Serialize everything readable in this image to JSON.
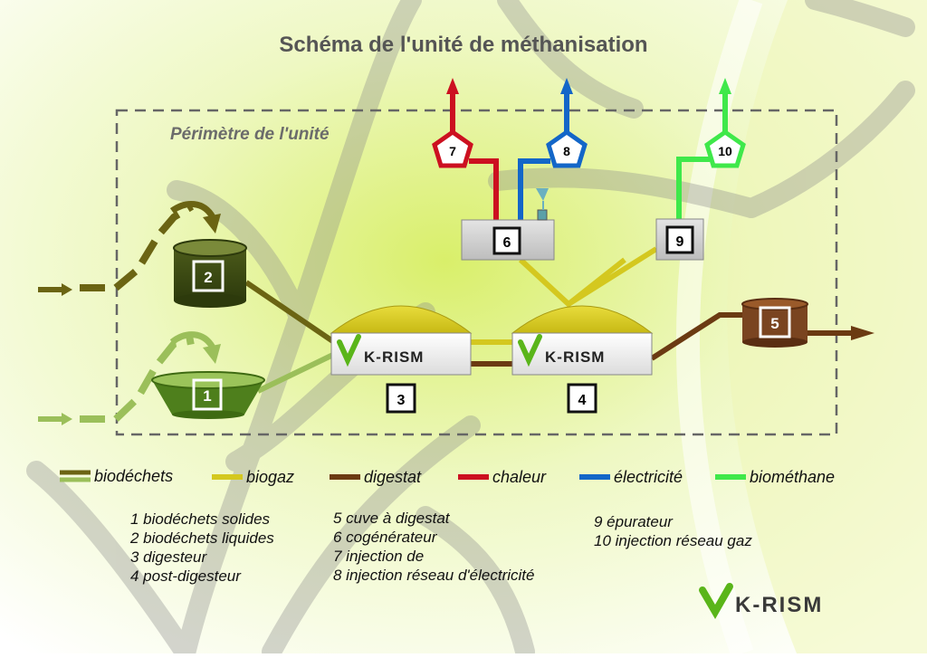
{
  "title": "Schéma de l'unité de méthanisation",
  "perimeter_label": "Périmètre de l'unité",
  "brand": "K-RISM",
  "colors": {
    "biodechets_solid": "#6b6413",
    "biodechets_liquid": "#9bbf5a",
    "biogaz": "#d4c81f",
    "digestat": "#6b3a12",
    "chaleur": "#cc1020",
    "electricite": "#1366c8",
    "biomethane": "#3fe84a"
  },
  "nodes": {
    "n1": "1",
    "n2": "2",
    "n3": "3",
    "n4": "4",
    "n5": "5",
    "n6": "6",
    "n7": "7",
    "n8": "8",
    "n9": "9",
    "n10": "10"
  },
  "legend": [
    {
      "label": "biodéchets"
    },
    {
      "label": "biogaz"
    },
    {
      "label": "digestat"
    },
    {
      "label": "chaleur"
    },
    {
      "label": "électricité"
    },
    {
      "label": "biométhane"
    }
  ],
  "descriptions": {
    "col1": [
      "1  biodéchets solides",
      "2  biodéchets liquides",
      "3  digesteur",
      "4  post-digesteur"
    ],
    "col2": [
      "5  cuve à digestat",
      "6  cogénérateur",
      "7  injection de",
      "8  injection réseau d'électricité"
    ],
    "col3": [
      "9 épurateur",
      "10 injection réseau gaz"
    ]
  }
}
